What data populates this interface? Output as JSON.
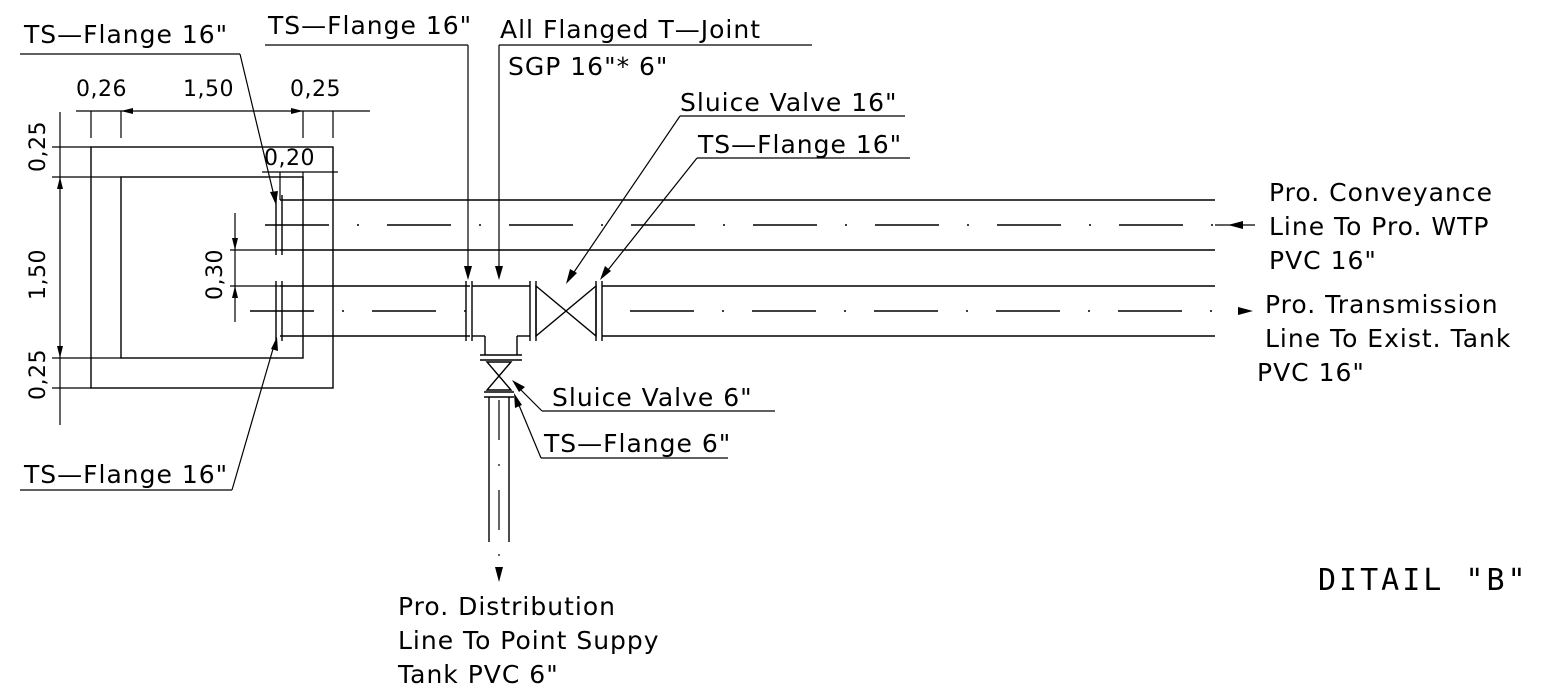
{
  "labels": {
    "ts_flange_16_topleft": "TS—Flange 16\"",
    "ts_flange_16_top": "TS—Flange 16\"",
    "tjoint_line1": "All Flanged T—Joint",
    "tjoint_line2": "SGP 16\"* 6\"",
    "sluice_valve_16": "Sluice Valve 16\"",
    "ts_flange_16_right": "TS—Flange 16\"",
    "conveyance_line1": "Pro. Conveyance",
    "conveyance_line2": "Line To Pro. WTP",
    "conveyance_line3": "PVC 16\"",
    "transmission_line1": "Pro. Transmission",
    "transmission_line2": "Line To Exist. Tank",
    "transmission_line3": "PVC 16\"",
    "sluice_valve_6": "Sluice Valve 6\"",
    "ts_flange_6": "TS—Flange 6\"",
    "ts_flange_16_bottomleft": "TS—Flange 16\"",
    "distribution_line1": "Pro. Distribution",
    "distribution_line2": "Line To Point Suppy",
    "distribution_line3": "Tank PVC 6\"",
    "title": "DITAIL \"B\""
  },
  "dimensions": {
    "top_left": "0,26",
    "top_middle": "1,50",
    "top_right": "0,25",
    "inner_gap": "0,20",
    "left_top": "0,25",
    "left_middle": "1,50",
    "left_bottom": "0,25",
    "pipe_spacing": "0,30"
  }
}
